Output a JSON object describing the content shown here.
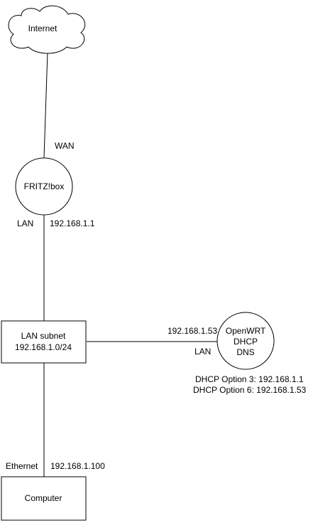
{
  "nodes": {
    "internet": {
      "label": "Internet"
    },
    "fritzbox": {
      "label": "FRITZ!box"
    },
    "lan_subnet": {
      "lines": [
        "LAN subnet",
        "192.168.1.0/24"
      ]
    },
    "openwrt": {
      "lines": [
        "OpenWRT",
        "DHCP",
        "DNS"
      ]
    },
    "computer": {
      "label": "Computer"
    }
  },
  "edge_labels": {
    "fritz_wan": "WAN",
    "fritz_lan": "LAN",
    "fritz_ip": "192.168.1.1",
    "openwrt_ip": "192.168.1.53",
    "openwrt_lan": "LAN",
    "computer_iface": "Ethernet",
    "computer_ip": "192.168.1.100"
  },
  "notes": {
    "dhcp_options": [
      "DHCP Option 3: 192.168.1.1",
      "DHCP Option 6: 192.168.1.53"
    ]
  }
}
